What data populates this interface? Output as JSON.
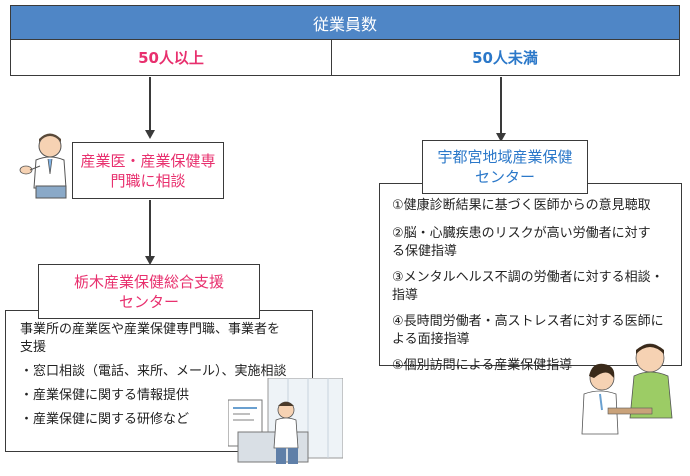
{
  "header": {
    "title": "従業員数"
  },
  "columns": {
    "left_label": "50人以上",
    "right_label": "50人未満"
  },
  "left": {
    "consult_box": [
      "産業医・産業保健専",
      "門職に相談"
    ],
    "center_box": [
      "栃木産業保健総合支援",
      "センター"
    ],
    "support_text": [
      "事業所の産業医や産業保健専門職、事業者を",
      "支援"
    ],
    "items": [
      "・窓口相談（電話、来所、メール）、実施相談",
      "・産業保健に関する情報提供",
      "・産業保健に関する研修など"
    ]
  },
  "right": {
    "center_box": [
      "宇都宮地域産業保健",
      "センター"
    ],
    "items": [
      [
        "①健康診断結果に基づく医師からの意見聴取"
      ],
      [
        "②脳・心臓疾患のリスクが高い労働者に対す",
        "る保健指導"
      ],
      [
        "③メンタルヘルス不調の労働者に対する相談・",
        "指導"
      ],
      [
        "④長時間労働者・高ストレス者に対する医師に",
        "よる面接指導"
      ],
      [
        "⑤個別訪問による産業保健指導"
      ]
    ]
  },
  "colors": {
    "header_bg": "#4f86c6",
    "accent_pink": "#e8306e",
    "accent_blue": "#2b78c9"
  },
  "icons": [
    "doctor-icon",
    "office-doctor-illustration",
    "consultation-illustration"
  ]
}
